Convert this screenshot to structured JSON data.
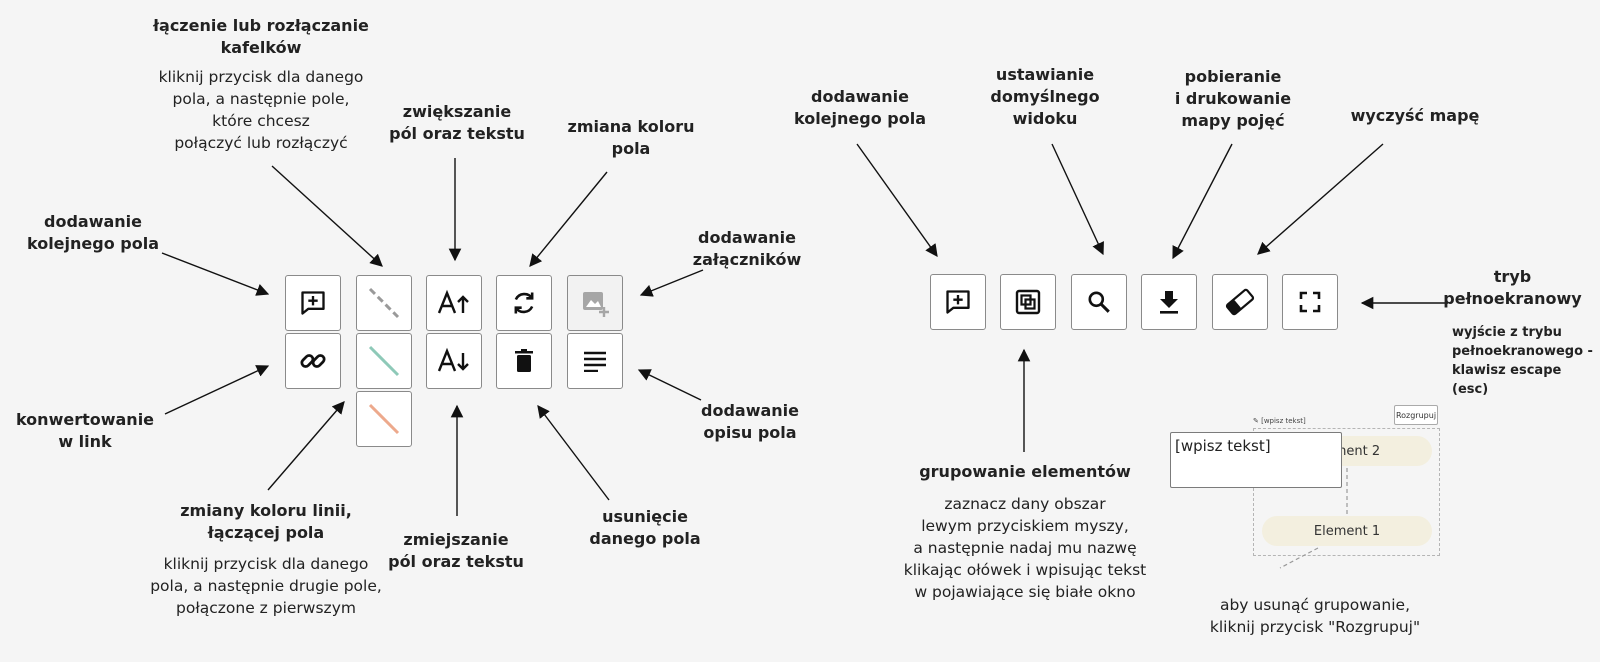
{
  "left_toolbar": {
    "add_field": {
      "title": "dodawanie",
      "title2": "kolejnego pola"
    },
    "link": {
      "title": "konwertowanie",
      "title2": "w link"
    },
    "connect": {
      "title": "łączenie lub rozłączanie",
      "title2": "kafelków",
      "desc": [
        "kliknij przycisk dla danego",
        "pola, a następnie pole,",
        "które chcesz",
        "połączyć lub rozłączyć"
      ]
    },
    "line_color": {
      "title": "zmiany koloru linii,",
      "title2": "łączącej pola",
      "desc": [
        "kliknij przycisk dla danego",
        "pola, a następnie drugie pole,",
        "połączone z pierwszym"
      ]
    },
    "enlarge": {
      "title": "zwiększanie",
      "title2": "pól oraz tekstu"
    },
    "shrink": {
      "title": "zmiejszanie",
      "title2": "pól oraz tekstu"
    },
    "color": {
      "title": "zmiana koloru",
      "title2": "pola"
    },
    "delete": {
      "title": "usunięcie",
      "title2": "danego pola"
    },
    "attach": {
      "title": "dodawanie",
      "title2": "załączników"
    },
    "desc_field": {
      "title": "dodawanie",
      "title2": "opisu pola"
    },
    "line_colors": [
      "#9a9a9a",
      "#8ec9b8",
      "#eda98c"
    ]
  },
  "right_toolbar": {
    "add_field": {
      "title": "dodawanie",
      "title2": "kolejnego pola"
    },
    "default_view": {
      "title": "ustawianie",
      "title2": "domyślnego",
      "title3": "widoku"
    },
    "download": {
      "title": "pobieranie",
      "title2": "i drukowanie",
      "title3": "mapy pojęć"
    },
    "clear": {
      "title": "wyczyść mapę"
    },
    "fullscreen": {
      "title": "tryb",
      "title2": "pełnoekranowy",
      "note": [
        "wyjście z trybu",
        "pełnoekranowego -",
        "klawisz escape (esc)"
      ]
    },
    "group": {
      "title": "grupowanie elementów",
      "desc": [
        "zaznacz dany obszar",
        "lewym przyciskiem myszy,",
        "a następnie nadaj mu nazwę",
        "klikając ołówek i wpisując tekst",
        "w pojawiające się białe okno"
      ]
    }
  },
  "group_demo": {
    "pencil_label": "✎ [wpisz tekst]",
    "textbox_value": "[wpisz tekst]",
    "ungroup_label": "Rozgrupuj",
    "element1": "Element 1",
    "element2": "Element 2",
    "ungroup_desc": [
      "aby usunąć grupowanie,",
      "kliknij przycisk \"Rozgrupuj\""
    ]
  }
}
